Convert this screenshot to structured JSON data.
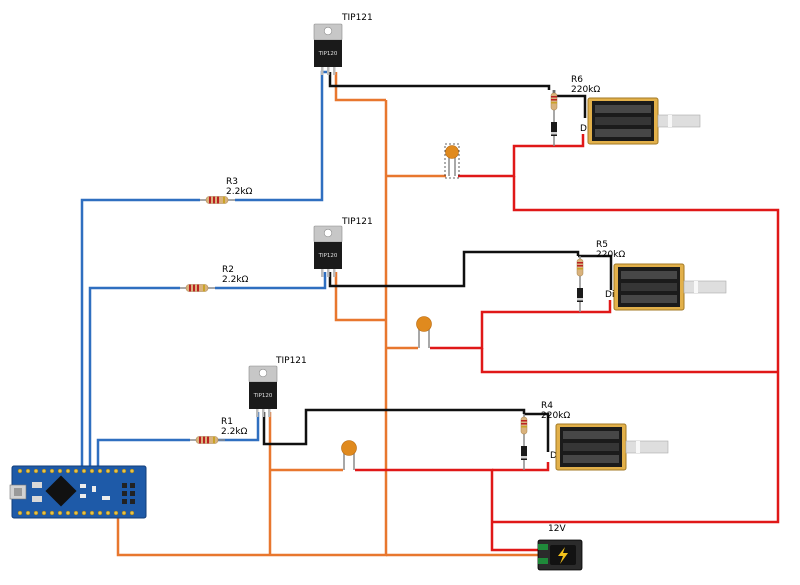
{
  "colors": {
    "wire_blue": "#2f6fc0",
    "wire_orange": "#e8772e",
    "wire_red": "#e01818",
    "wire_black": "#101010",
    "board_blue": "#1e5aa8",
    "transistor_body": "#1a1a1a",
    "transistor_tab": "#c7c7c7",
    "solenoid_frame": "#e2b04a",
    "capacitor": "#e08a1e"
  },
  "transistors": [
    {
      "label": "TIP121",
      "marking": "TIP120"
    },
    {
      "label": "TIP121",
      "marking": "TIP120"
    },
    {
      "label": "TIP121",
      "marking": "TIP120"
    }
  ],
  "base_resistors": [
    {
      "name": "R3",
      "value": "2.2kΩ"
    },
    {
      "name": "R2",
      "value": "2.2kΩ"
    },
    {
      "name": "R1",
      "value": "2.2kΩ"
    }
  ],
  "pulldown_resistors": [
    {
      "name": "R6",
      "value": "220kΩ"
    },
    {
      "name": "R5",
      "value": "220kΩ"
    },
    {
      "name": "R4",
      "value": "220kΩ"
    }
  ],
  "diodes": [
    {
      "label": "Diode"
    },
    {
      "label": "Diode"
    },
    {
      "label": "Diode"
    }
  ],
  "power": {
    "label": "12V",
    "icon": "lightning-icon"
  }
}
